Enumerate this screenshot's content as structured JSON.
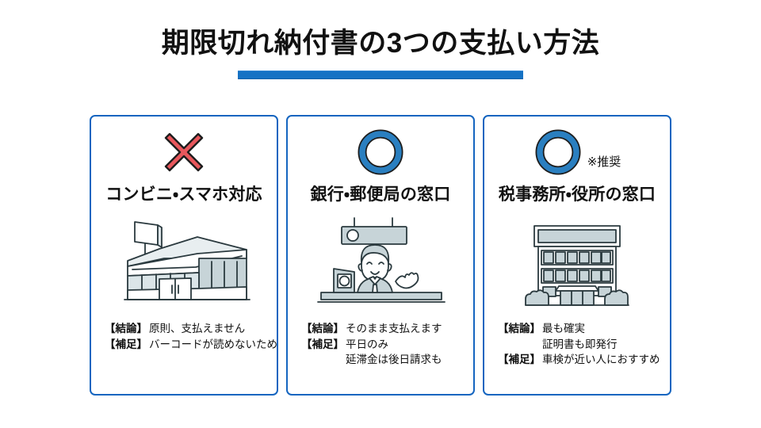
{
  "header": {
    "title": "期限切れ納付書の3つの支払い方法",
    "rule_color": "#1572c4"
  },
  "colors": {
    "card_border": "#1565c0",
    "x_mark": "#e8575c",
    "circle_mark": "#2a7fc0",
    "illustration_line": "#2b3a3f",
    "illustration_fill": "#c7d4d8"
  },
  "cards": [
    {
      "mark_icon": "x-mark-icon",
      "mark_type": "x",
      "badge": "",
      "heading": "コンビニ・スマホ対応",
      "illustration": "convenience-store-illustration",
      "notes": [
        {
          "label": "【結論】",
          "text": "原則、支払えません"
        },
        {
          "label": "【補足】",
          "text": "バーコードが読めないため"
        }
      ]
    },
    {
      "mark_icon": "circle-mark-icon",
      "mark_type": "circle",
      "badge": "",
      "heading": "銀行・郵便局の窓口",
      "illustration": "bank-counter-illustration",
      "notes": [
        {
          "label": "【結論】",
          "text": "そのまま支払えます"
        },
        {
          "label": "【補足】",
          "text": "平日のみ"
        },
        {
          "label": "",
          "text": "延滞金は後日請求も"
        }
      ]
    },
    {
      "mark_icon": "circle-mark-icon",
      "mark_type": "circle",
      "badge": "※推奨",
      "heading": "税事務所・役所の窓口",
      "illustration": "government-office-illustration",
      "notes": [
        {
          "label": "【結論】",
          "text": "最も確実"
        },
        {
          "label": "",
          "text": "証明書も即発行"
        },
        {
          "label": "【補足】",
          "text": "車検が近い人におすすめ"
        }
      ]
    }
  ]
}
